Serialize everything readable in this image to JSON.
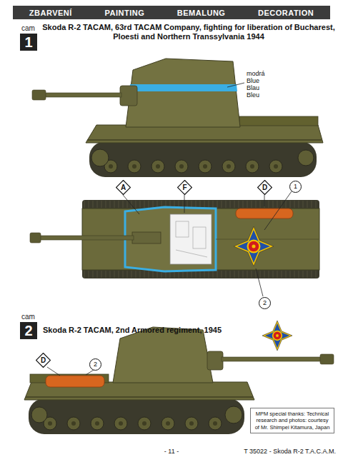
{
  "diagram": {
    "nodes": [
      {
        "text": [
          "ZBARVENÍ",
          "PAINTING",
          "BEMALUNG",
          "DECORATION"
        ]
      },
      {
        "text": [
          "cam",
          "1"
        ]
      },
      {
        "text": [
          "A"
        ]
      },
      {
        "text": [
          "F"
        ]
      },
      {
        "text": [
          "D"
        ]
      },
      {
        "text": [
          "1"
        ]
      },
      {
        "text": [
          "2"
        ]
      },
      {
        "text": [
          "cam",
          "2"
        ]
      },
      {
        "text": [
          "D"
        ]
      },
      {
        "text": [
          "2"
        ]
      },
      {
        "text": [
          "MPM special thanks: Technical research and photos: courtesy of Mr. Shimpei Kitamura, Japan"
        ]
      }
    ],
    "labels": [
      "Skoda R-2 TACAM, 63rd TACAM Company, fighting for liberation of Bucharest, Ploesti and Northern Transsylvania 1944",
      "modrá",
      "Blue",
      "Blau",
      "Bleu",
      "Skoda R-2 TACAM, 2nd Armored regiment, 1945",
      "- 11 -",
      "T 35022 - Skoda R-2 T.A.C.A.M."
    ]
  }
}
